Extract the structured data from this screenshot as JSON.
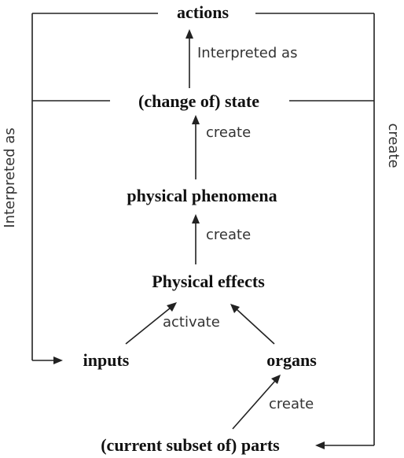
{
  "nodes": {
    "actions": "actions",
    "state": "(change of) state",
    "phenomena": "physical phenomena",
    "effects": "Physical effects",
    "inputs": "inputs",
    "organs": "organs",
    "parts": "(current subset of) parts"
  },
  "edge_labels": {
    "state_to_actions": "Interpreted as",
    "phenomena_to_state": "create",
    "effects_to_phenomena": "create",
    "inputs_organs_to_effects": "activate",
    "parts_to_organs": "create",
    "left_loop": "Interpreted as",
    "right_loop": "create"
  },
  "colors": {
    "ink": "#222222",
    "label": "#333333",
    "background": "#ffffff"
  }
}
